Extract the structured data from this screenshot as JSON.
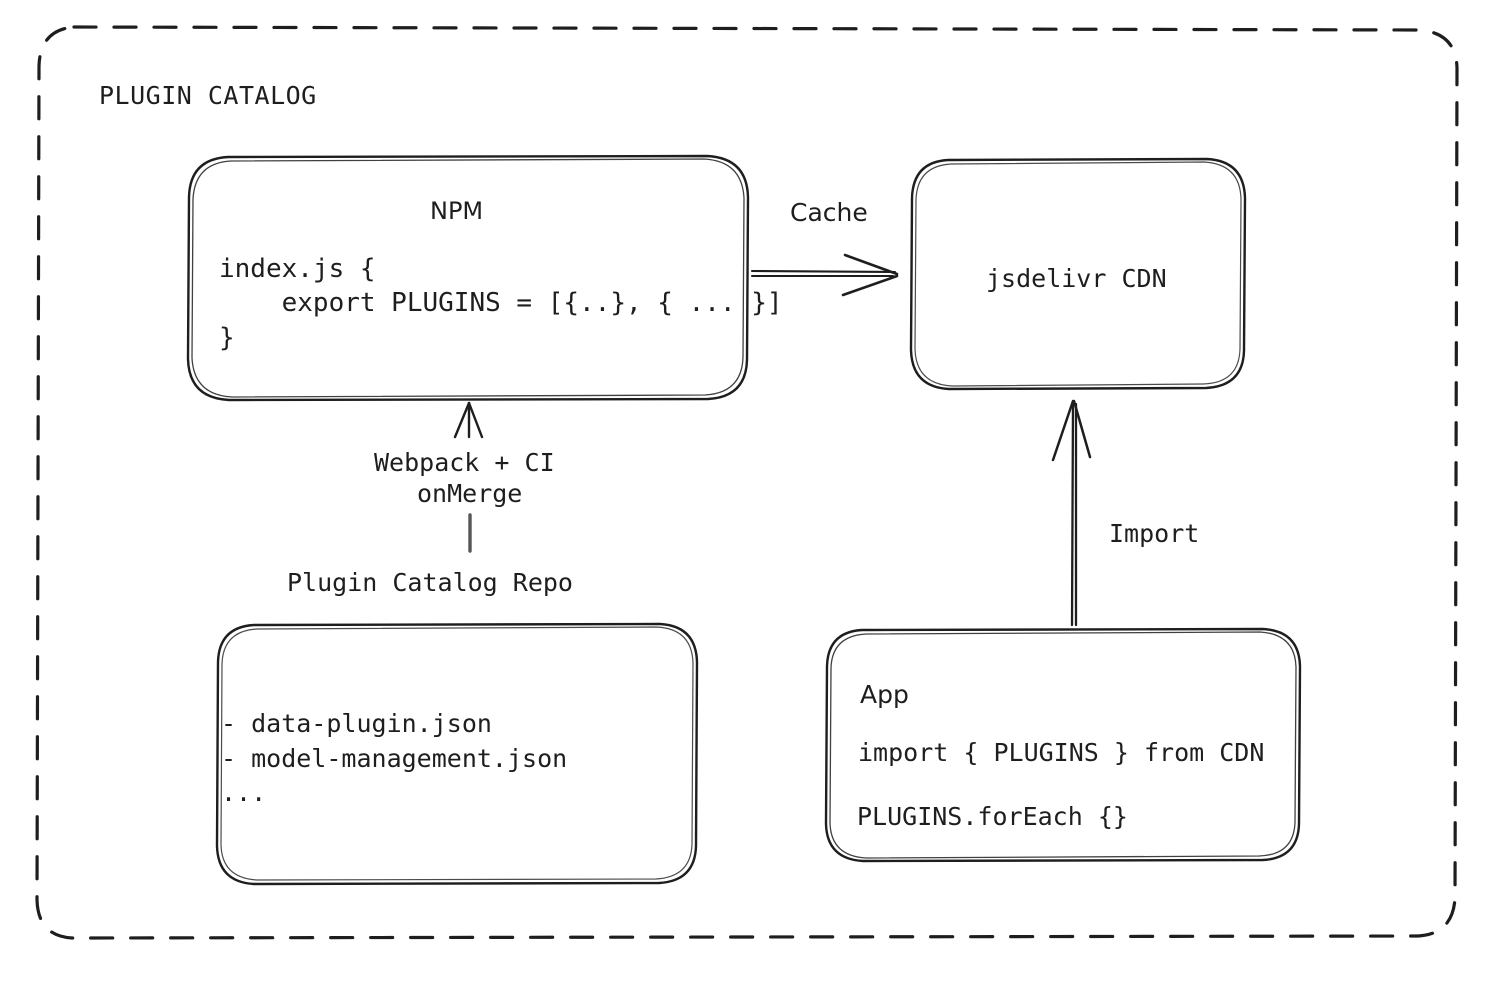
{
  "frame": {
    "title": "PLUGIN CATALOG",
    "style": "dashed-rounded-rectangle"
  },
  "colors": {
    "stroke": "#1e1e1e",
    "text": "#1e1e1e",
    "background": "#ffffff"
  },
  "nodes": {
    "npm": {
      "title": "NPM",
      "code": "index.js {\n    export PLUGINS = [{..}, { ... }]\n}"
    },
    "cdn": {
      "title": "jsdelivr CDN"
    },
    "repo": {
      "label": "Plugin Catalog Repo",
      "code": "- data-plugin.json\n- model-management.json\n..."
    },
    "app": {
      "title": "App",
      "code_line_1": "import { PLUGINS } from CDN",
      "code_line_2": "PLUGINS.forEach {}"
    }
  },
  "edges": {
    "cache": {
      "label": "Cache",
      "from": "npm",
      "to": "cdn",
      "direction": "right"
    },
    "webpack": {
      "label_line_1": "Webpack + CI",
      "label_line_2": "onMerge",
      "from": "repo",
      "to": "npm",
      "direction": "up"
    },
    "import": {
      "label": "Import",
      "from": "app",
      "to": "cdn",
      "direction": "up"
    }
  }
}
